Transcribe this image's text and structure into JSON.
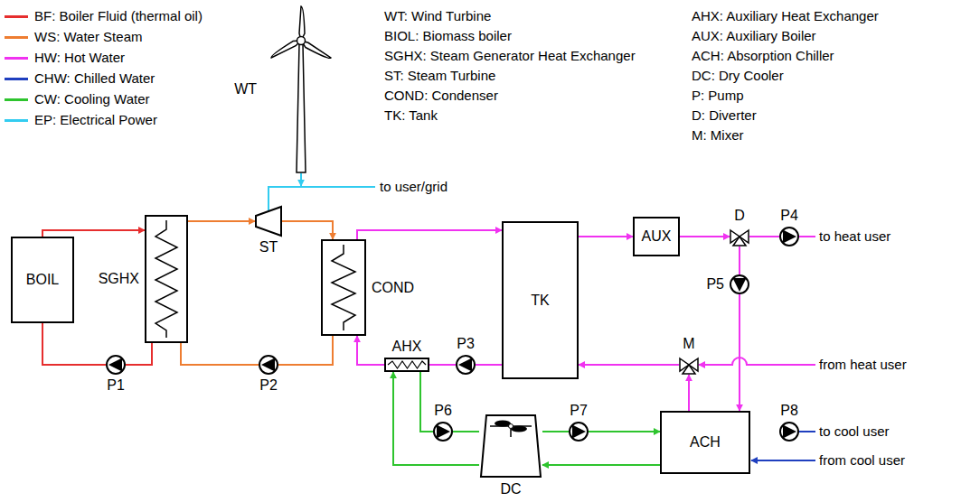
{
  "diagram": {
    "nodes": [
      {
        "text": [
          "WT"
        ]
      },
      {
        "text": [
          "BOIL"
        ]
      },
      {
        "text": [
          "SGHX"
        ]
      },
      {
        "text": [
          "ST"
        ]
      },
      {
        "text": [
          "COND"
        ]
      },
      {
        "text": [
          "TK"
        ]
      },
      {
        "text": [
          "AUX"
        ]
      },
      {
        "text": [
          "D"
        ]
      },
      {
        "text": [
          "P4"
        ]
      },
      {
        "text": [
          "P5"
        ]
      },
      {
        "text": [
          "M"
        ]
      },
      {
        "text": [
          "AHX"
        ]
      },
      {
        "text": [
          "P3"
        ]
      },
      {
        "text": [
          "P1"
        ]
      },
      {
        "text": [
          "P2"
        ]
      },
      {
        "text": [
          "P6"
        ]
      },
      {
        "text": [
          "DC"
        ]
      },
      {
        "text": [
          "P7"
        ]
      },
      {
        "text": [
          "ACH"
        ]
      },
      {
        "text": [
          "P8"
        ]
      }
    ],
    "edges": [
      {
        "from": 1,
        "to": 2,
        "arrow": "to"
      },
      {
        "from": 2,
        "to": 13,
        "arrow": "none"
      },
      {
        "from": 13,
        "to": 1,
        "arrow": "none"
      },
      {
        "from": 2,
        "to": 3,
        "arrow": "to"
      },
      {
        "from": 3,
        "to": 4,
        "arrow": "to"
      },
      {
        "from": 4,
        "to": 14,
        "arrow": "none"
      },
      {
        "from": 14,
        "to": 2,
        "arrow": "none"
      },
      {
        "from": 4,
        "to": 5,
        "arrow": "to"
      },
      {
        "from": 5,
        "to": 6,
        "arrow": "to"
      },
      {
        "from": 6,
        "to": 7,
        "arrow": "to"
      },
      {
        "from": 7,
        "to": 8,
        "arrow": "none"
      },
      {
        "from": 7,
        "to": 9,
        "arrow": "none"
      },
      {
        "from": 9,
        "to": 18,
        "arrow": "to"
      },
      {
        "from": 18,
        "to": 10,
        "arrow": "to"
      },
      {
        "from": 10,
        "to": 5,
        "arrow": "to"
      },
      {
        "from": 5,
        "to": 12,
        "arrow": "none"
      },
      {
        "from": 12,
        "to": 11,
        "arrow": "none"
      },
      {
        "from": 11,
        "to": 4,
        "arrow": "to"
      },
      {
        "from": 11,
        "to": 15,
        "arrow": "none"
      },
      {
        "from": 15,
        "to": 16,
        "arrow": "none"
      },
      {
        "from": 16,
        "to": 17,
        "arrow": "none"
      },
      {
        "from": 17,
        "to": 18,
        "arrow": "to"
      },
      {
        "from": 18,
        "to": 16,
        "arrow": "to"
      },
      {
        "from": 16,
        "to": 11,
        "arrow": "to"
      }
    ],
    "labels": [
      "WT: Wind Turbine",
      "BIOL: Biomass boiler",
      "SGHX: Steam Generator Heat Exchanger",
      "ST: Steam Turbine",
      "COND: Condenser",
      "TK: Tank",
      "AHX: Auxiliary Heat Exchanger",
      "AUX: Auxiliary Boiler",
      "ACH: Absorption Chiller",
      "DC: Dry Cooler",
      "P: Pump",
      "D: Diverter",
      "M: Mixer",
      "to user/grid",
      "to heat user",
      "from heat user",
      "to cool user",
      "from cool user"
    ],
    "legend": [
      {
        "text": "BF: Boiler Fluid (thermal oil)",
        "color": "#e62e2e"
      },
      {
        "text": "WS: Water Steam",
        "color": "#ee7d31"
      },
      {
        "text": "HW: Hot Water",
        "color": "#f032f0"
      },
      {
        "text": "CHW: Chilled Water",
        "color": "#1f3fbf"
      },
      {
        "text": "CW: Cooling Water",
        "color": "#2ec42e"
      },
      {
        "text": "EP: Electrical Power",
        "color": "#33ccf0"
      }
    ]
  }
}
